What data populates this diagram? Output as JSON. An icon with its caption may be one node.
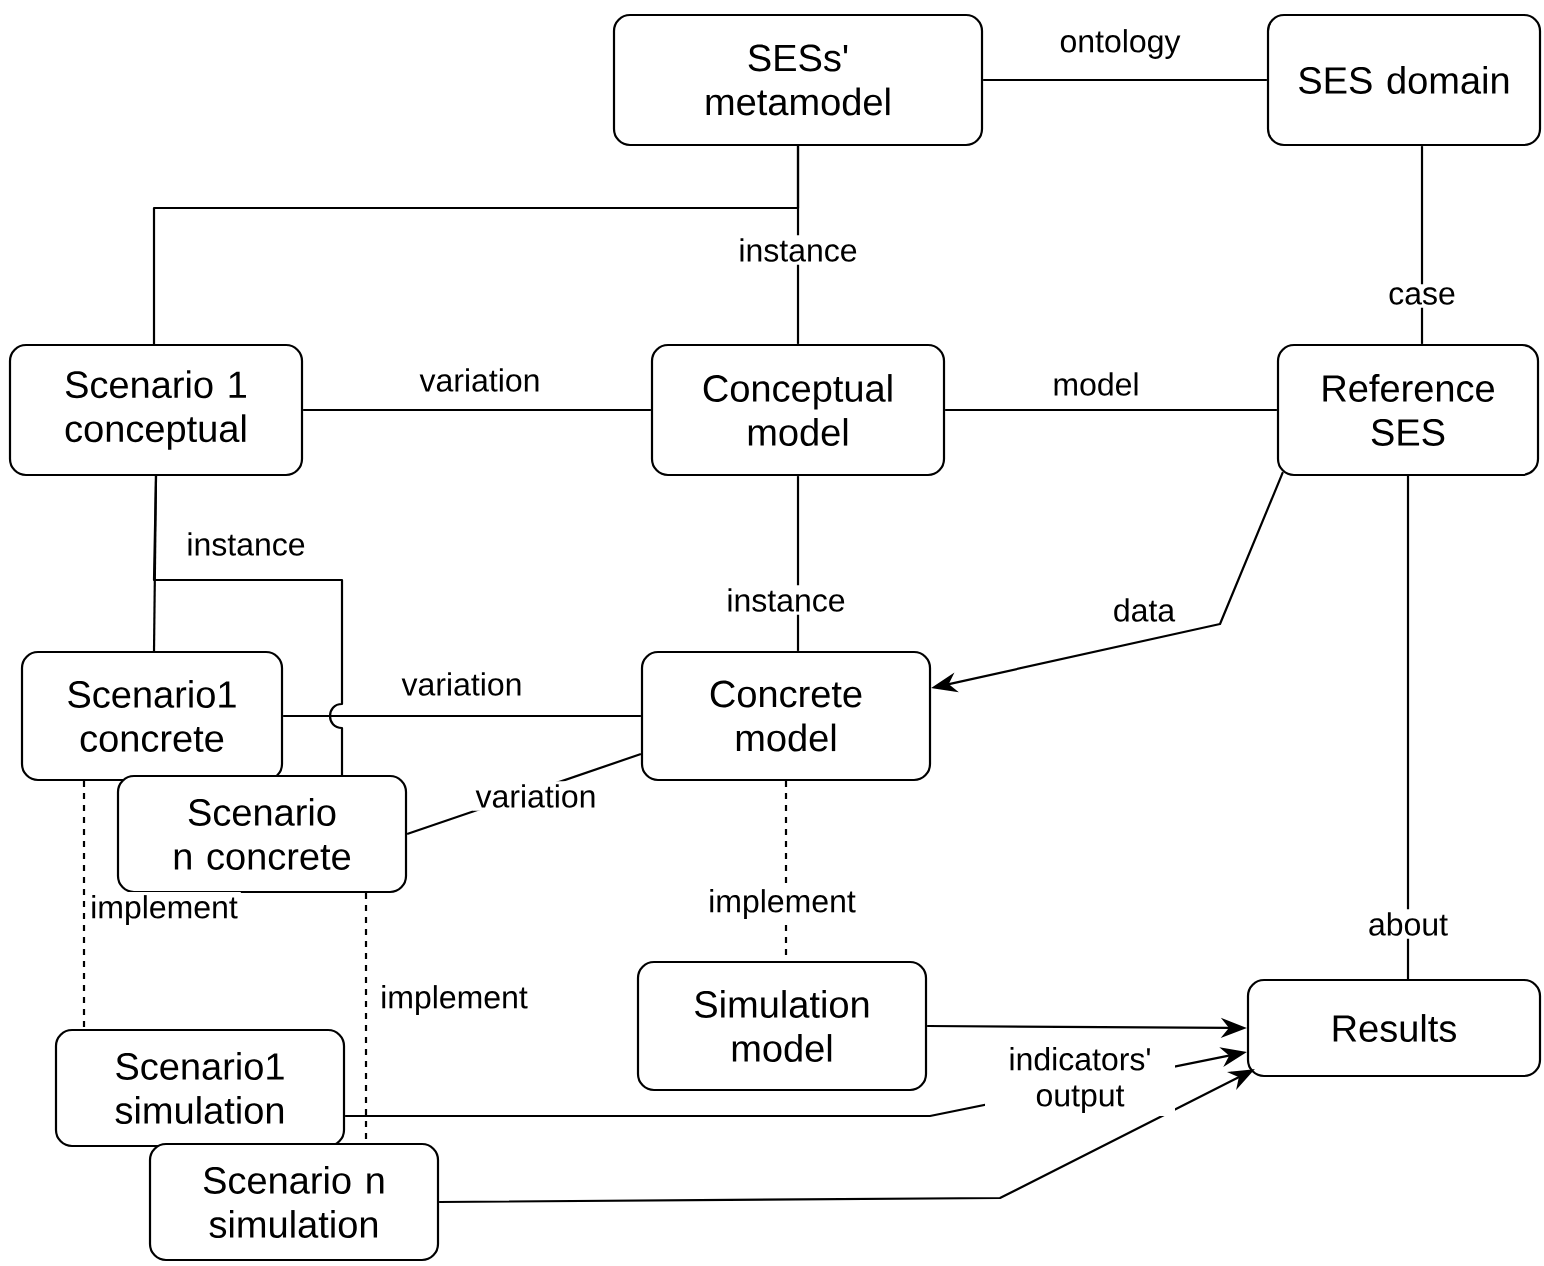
{
  "diagram": {
    "nodes": [
      {
        "text": [
          "SESs' metamodel"
        ]
      },
      {
        "text": [
          "SES domain"
        ]
      },
      {
        "text": [
          "Scenario 1 conceptual"
        ]
      },
      {
        "text": [
          "Conceptual model"
        ]
      },
      {
        "text": [
          "Reference SES"
        ]
      },
      {
        "text": [
          "Scenario1 concrete"
        ]
      },
      {
        "text": [
          "Scenario n concrete"
        ]
      },
      {
        "text": [
          "Concrete model"
        ]
      },
      {
        "text": [
          "Simulation model"
        ]
      },
      {
        "text": [
          "Results"
        ]
      },
      {
        "text": [
          "Scenario1 simulation"
        ]
      },
      {
        "text": [
          "Scenario n simulation"
        ]
      }
    ],
    "edges": [
      {
        "from": 0,
        "to": 1,
        "arrow": "none",
        "label": "ontology"
      },
      {
        "from": 0,
        "to": 2,
        "arrow": "none"
      },
      {
        "from": 0,
        "to": 3,
        "arrow": "none",
        "label": "instance"
      },
      {
        "from": 1,
        "to": 4,
        "arrow": "none",
        "label": "case"
      },
      {
        "from": 2,
        "to": 3,
        "arrow": "none",
        "label": "variation"
      },
      {
        "from": 3,
        "to": 4,
        "arrow": "none",
        "label": "model"
      },
      {
        "from": 2,
        "to": 5,
        "arrow": "none",
        "label": "instance"
      },
      {
        "from": 2,
        "to": 6,
        "arrow": "none"
      },
      {
        "from": 3,
        "to": 7,
        "arrow": "none",
        "label": "instance"
      },
      {
        "from": 4,
        "to": 7,
        "arrow": "to",
        "label": "data"
      },
      {
        "from": 5,
        "to": 7,
        "arrow": "none",
        "label": "variation"
      },
      {
        "from": 6,
        "to": 7,
        "arrow": "none",
        "label": "variation"
      },
      {
        "from": 7,
        "to": 8,
        "arrow": "none",
        "label": "implement",
        "style": "dashed"
      },
      {
        "from": 5,
        "to": 10,
        "arrow": "none",
        "label": "implement",
        "style": "dashed"
      },
      {
        "from": 6,
        "to": 11,
        "arrow": "none",
        "label": "implement",
        "style": "dashed"
      },
      {
        "from": 4,
        "to": 9,
        "arrow": "none",
        "label": "about"
      },
      {
        "from": 8,
        "to": 9,
        "arrow": "to"
      },
      {
        "from": 10,
        "to": 9,
        "arrow": "to",
        "label": "indicators' output"
      },
      {
        "from": 11,
        "to": 9,
        "arrow": "to"
      }
    ]
  }
}
